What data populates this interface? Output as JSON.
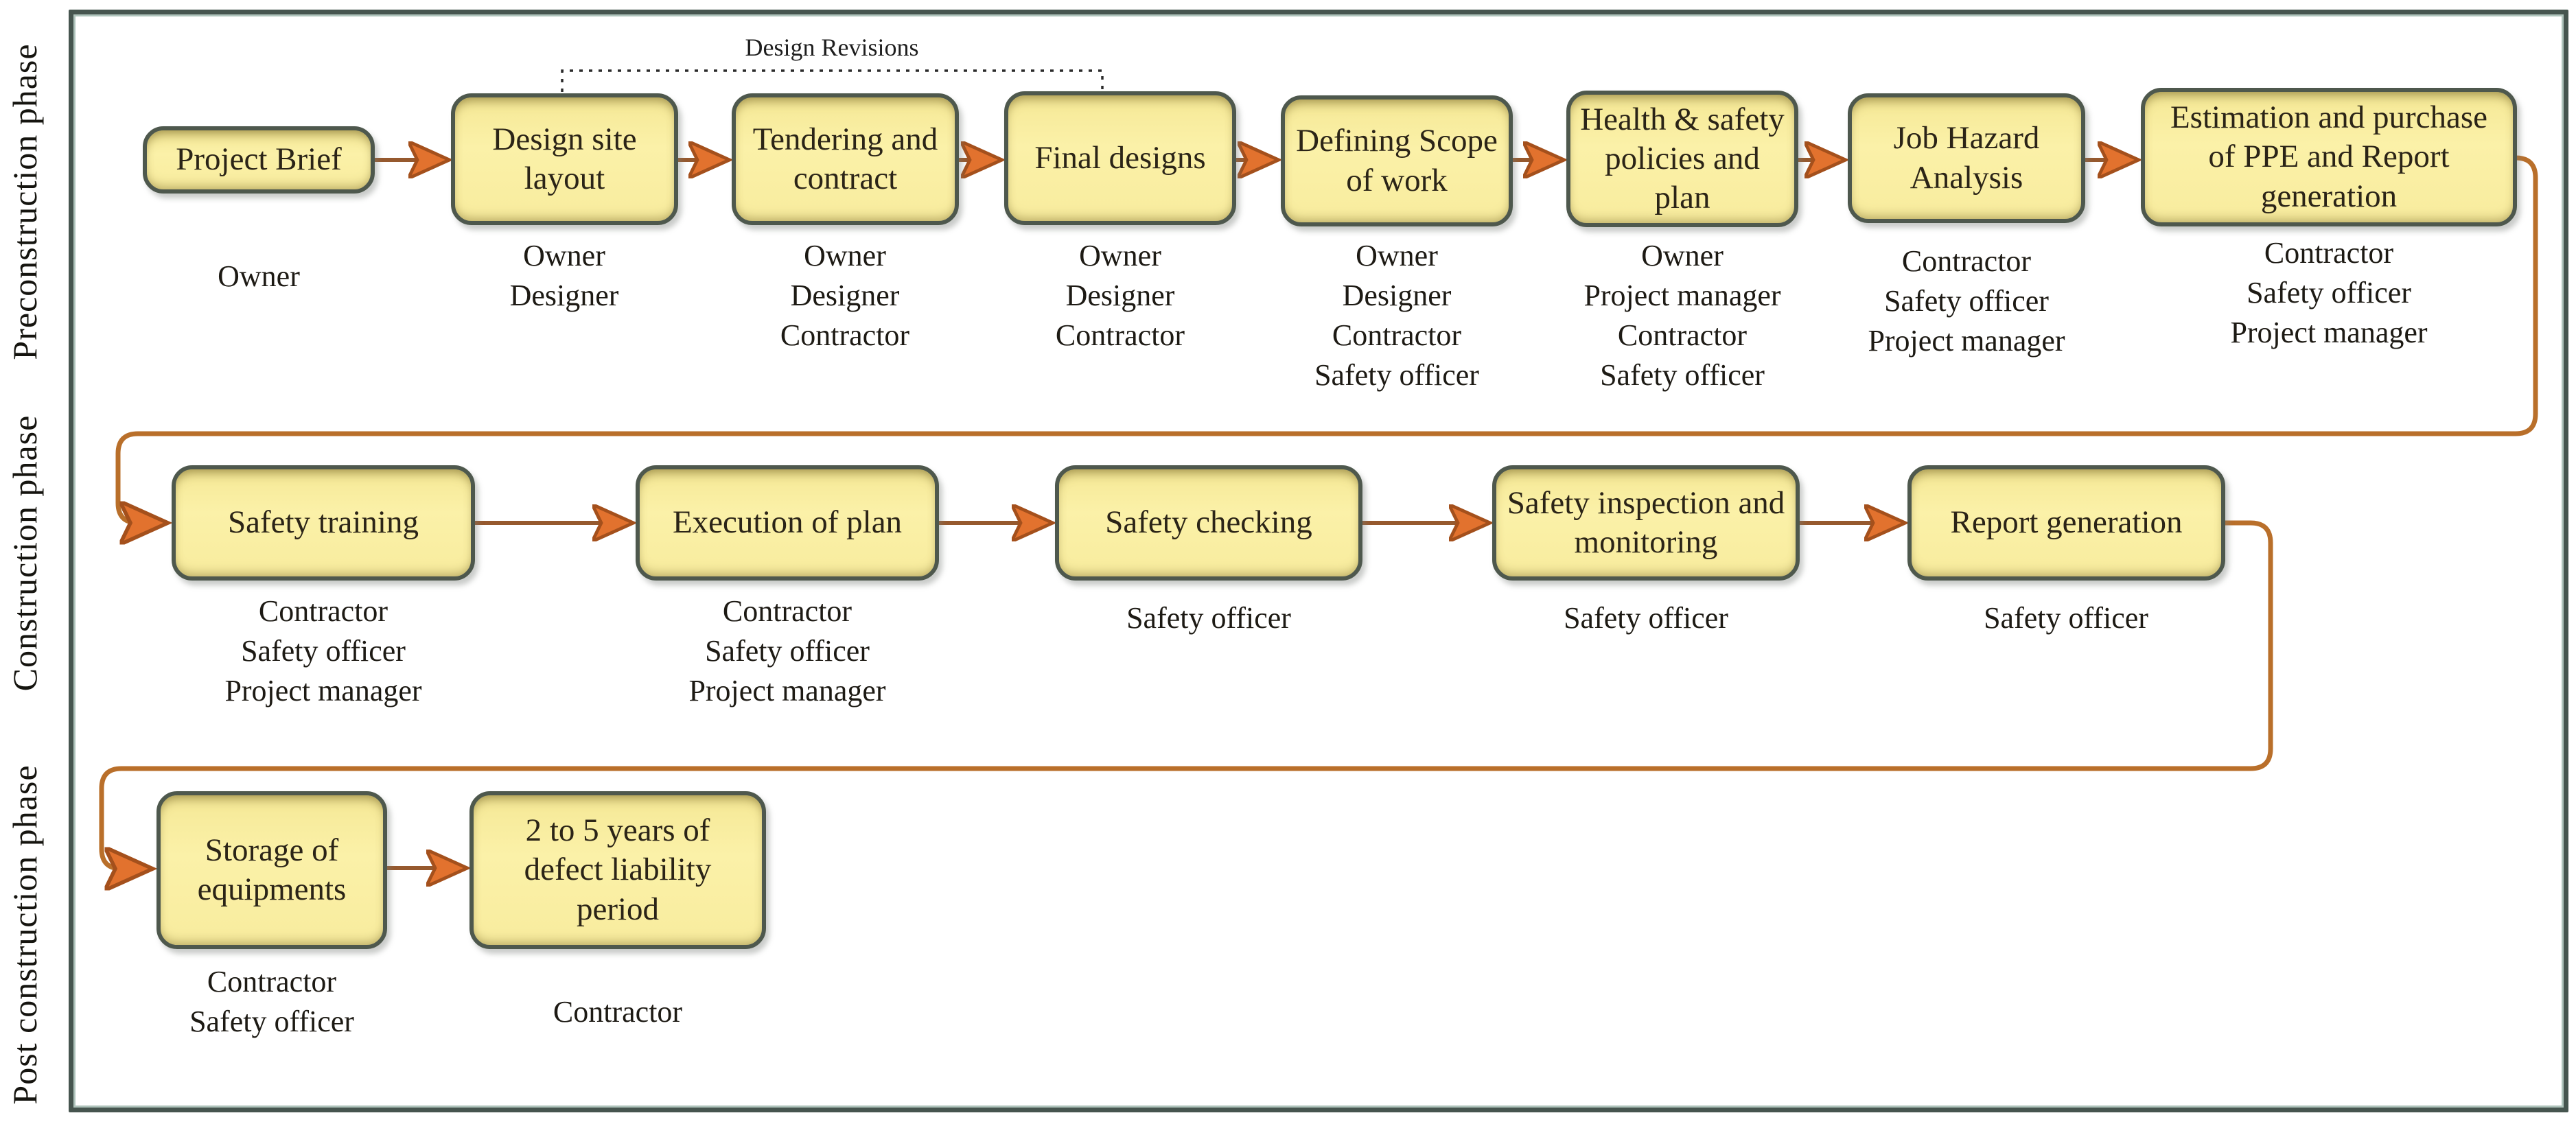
{
  "diagram": {
    "design_revisions_label": "Design Revisions",
    "colors": {
      "box_fill": "#fbf1a8",
      "box_border": "#4e584d",
      "arrow_shaft": "#96592e",
      "arrow_head": "#e2722e",
      "loop_connector": "#b96f2a",
      "frame_border": "#46554f",
      "dashed_line": "#2b2b2b"
    },
    "phases": [
      {
        "label": "Preconstruction phase",
        "steps": [
          {
            "label": "Project Brief",
            "roles": [
              "Owner"
            ]
          },
          {
            "label": "Design site layout",
            "roles": [
              "Owner",
              "Designer"
            ]
          },
          {
            "label": "Tendering and contract",
            "roles": [
              "Owner",
              "Designer",
              "Contractor"
            ]
          },
          {
            "label": "Final designs",
            "roles": [
              "Owner",
              "Designer",
              "Contractor"
            ]
          },
          {
            "label": "Defining Scope of work",
            "roles": [
              "Owner",
              "Designer",
              "Contractor",
              "Safety officer"
            ]
          },
          {
            "label": "Health & safety policies and plan",
            "roles": [
              "Owner",
              "Project manager",
              "Contractor",
              "Safety officer"
            ]
          },
          {
            "label": "Job Hazard Analysis",
            "roles": [
              "Contractor",
              "Safety officer",
              "Project manager"
            ]
          },
          {
            "label": "Estimation and purchase of PPE and Report generation",
            "roles": [
              "Contractor",
              "Safety officer",
              "Project manager"
            ]
          }
        ]
      },
      {
        "label": "Construction phase",
        "steps": [
          {
            "label": "Safety training",
            "roles": [
              "Contractor",
              "Safety officer",
              "Project manager"
            ]
          },
          {
            "label": "Execution of plan",
            "roles": [
              "Contractor",
              "Safety officer",
              "Project manager"
            ]
          },
          {
            "label": "Safety checking",
            "roles": [
              "Safety officer"
            ]
          },
          {
            "label": "Safety inspection and monitoring",
            "roles": [
              "Safety officer"
            ]
          },
          {
            "label": "Report generation",
            "roles": [
              "Safety officer"
            ]
          }
        ]
      },
      {
        "label": "Post construction phase",
        "steps": [
          {
            "label": "Storage of equipments",
            "roles": [
              "Contractor",
              "Safety officer"
            ]
          },
          {
            "label": "2 to 5 years of defect liability period",
            "roles": [
              "Contractor"
            ]
          }
        ]
      }
    ]
  }
}
